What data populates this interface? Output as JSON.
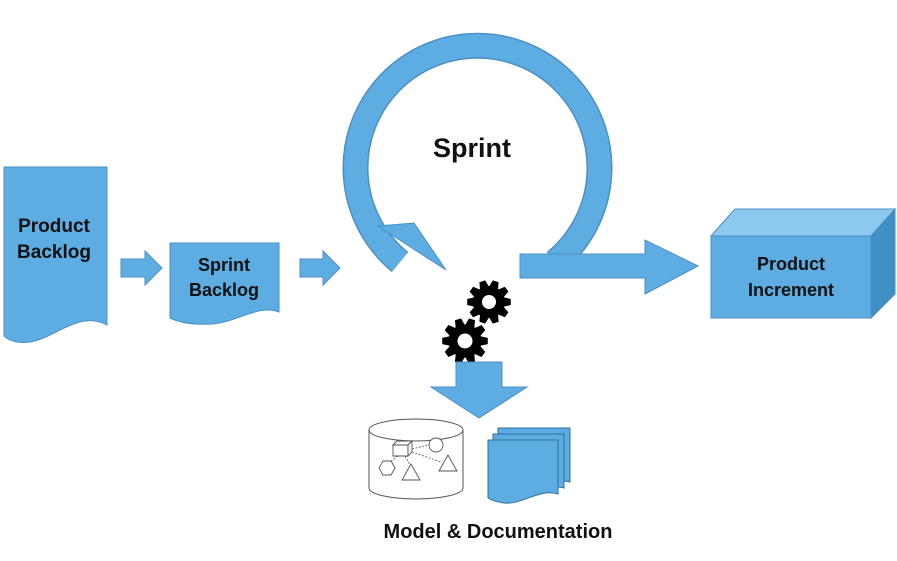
{
  "colors": {
    "shape_fill": "#5dade2",
    "shape_stroke": "#4a90c6",
    "cube_top": "#8cc8ef",
    "cube_side": "#3f8fc4",
    "gear": "#000000",
    "text": "#111111"
  },
  "nodes": {
    "product_backlog": {
      "line1": "Product",
      "line2": "Backlog"
    },
    "sprint_backlog": {
      "line1": "Sprint",
      "line2": "Backlog"
    },
    "sprint": {
      "label": "Sprint"
    },
    "product_increment": {
      "line1": "Product",
      "line2": "Increment"
    },
    "model_documentation": {
      "label": "Model & Documentation"
    }
  },
  "icons": [
    "gear-icon",
    "database-model-icon",
    "document-stack-icon"
  ]
}
